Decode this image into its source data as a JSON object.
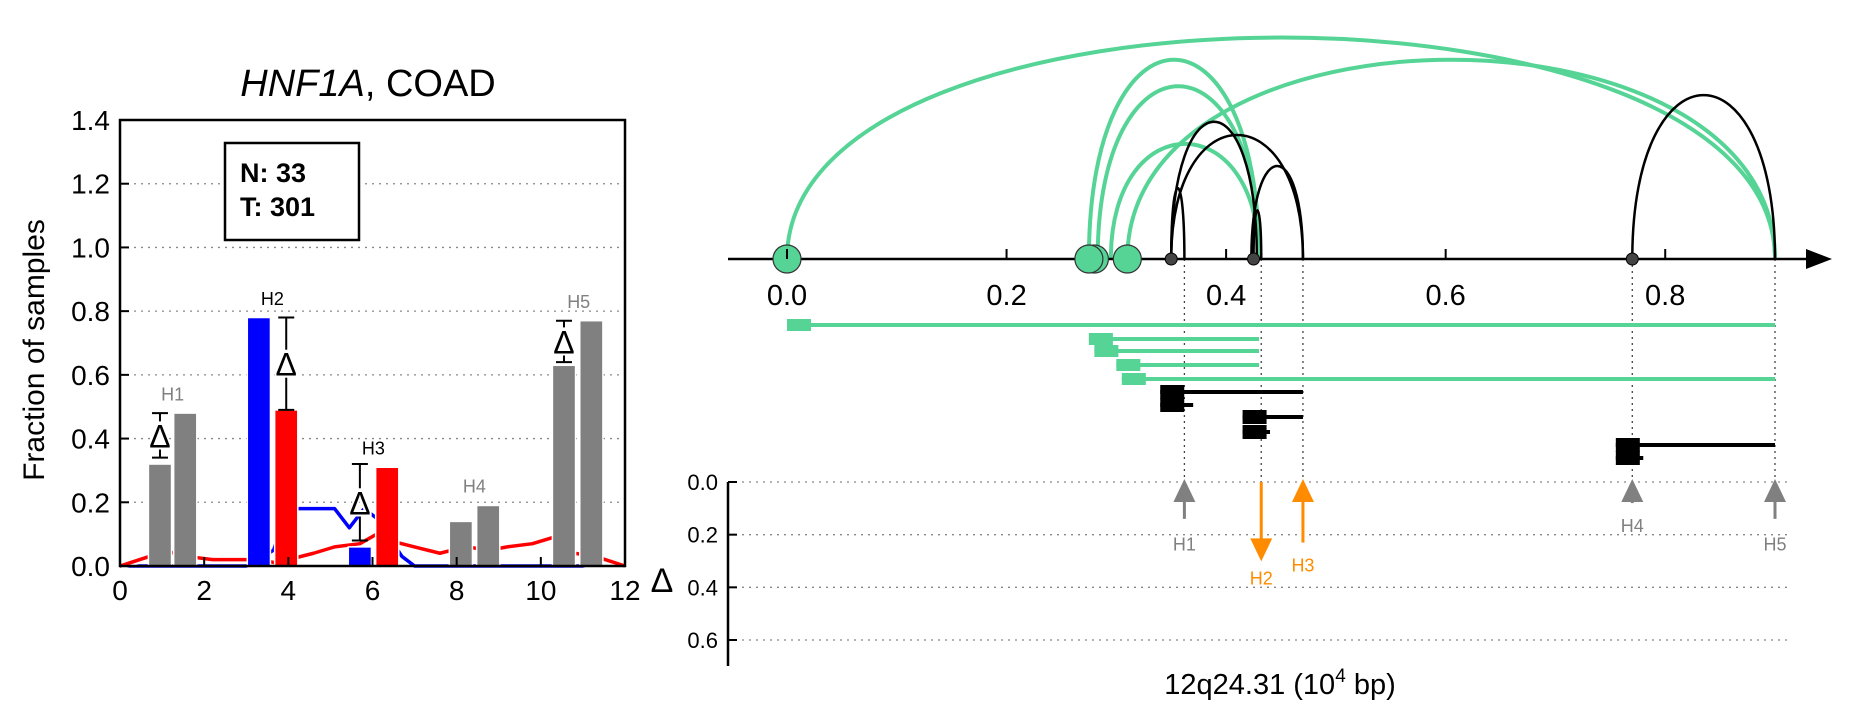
{
  "chart_data": [
    {
      "type": "bar",
      "title_gene": "HNF1A",
      "title_rest": ", COAD",
      "ylabel": "Fraction of samples",
      "xlim": [
        0,
        12
      ],
      "ylim": [
        0,
        1.4
      ],
      "xticks": [
        "0",
        "2",
        "4",
        "6",
        "8",
        "10",
        "12"
      ],
      "yticks": [
        "0.0",
        "0.2",
        "0.4",
        "0.6",
        "0.8",
        "1.0",
        "1.2",
        "1.4"
      ],
      "grid": true,
      "inset_n": "N: 33",
      "inset_t": "T: 301",
      "delta_symbol": "Δ",
      "colors": {
        "normal": "#0000ff",
        "tumor": "#ff0000",
        "other": "#808080",
        "grid": "#888888"
      },
      "bars": [
        {
          "x": 0.95,
          "value": 0.32,
          "color": "other"
        },
        {
          "x": 1.55,
          "value": 0.48,
          "color": "other"
        },
        {
          "x": 3.3,
          "value": 0.78,
          "color": "normal"
        },
        {
          "x": 3.95,
          "value": 0.49,
          "color": "tumor"
        },
        {
          "x": 5.7,
          "value": 0.06,
          "color": "normal"
        },
        {
          "x": 6.35,
          "value": 0.31,
          "color": "tumor"
        },
        {
          "x": 8.1,
          "value": 0.14,
          "color": "other"
        },
        {
          "x": 8.75,
          "value": 0.19,
          "color": "other"
        },
        {
          "x": 10.55,
          "value": 0.63,
          "color": "other"
        },
        {
          "x": 11.2,
          "value": 0.77,
          "color": "other"
        }
      ],
      "deltas": [
        {
          "x": 0.95,
          "low": 0.34,
          "high": 0.48
        },
        {
          "x": 3.95,
          "low": 0.49,
          "high": 0.78
        },
        {
          "x": 5.7,
          "low": 0.08,
          "high": 0.32
        },
        {
          "x": 10.55,
          "low": 0.64,
          "high": 0.77
        }
      ],
      "hlabels": [
        {
          "text": "H1",
          "x": 1.25,
          "y": 0.52,
          "color": "#808080"
        },
        {
          "text": "H2",
          "x": 3.62,
          "y": 0.82,
          "color": "#000000"
        },
        {
          "text": "H3",
          "x": 6.02,
          "y": 0.35,
          "color": "#000000"
        },
        {
          "text": "H4",
          "x": 8.42,
          "y": 0.23,
          "color": "#808080"
        },
        {
          "text": "H5",
          "x": 10.9,
          "y": 0.81,
          "color": "#808080"
        }
      ],
      "series": [
        {
          "color": "normal",
          "x": [
            0,
            3.0,
            3.3,
            3.65,
            4.0,
            4.6,
            5.1,
            5.45,
            5.8,
            6.1,
            6.7,
            7.0,
            8.0,
            9.0,
            10.0,
            11.0,
            11.5,
            12.0
          ],
          "values": [
            0.0,
            0.0,
            0.02,
            0.05,
            0.18,
            0.18,
            0.18,
            0.12,
            0.18,
            0.15,
            0.03,
            0.0,
            0.0,
            0.0,
            0.0,
            0.0,
            0.02,
            0.0
          ]
        },
        {
          "color": "tumor",
          "x": [
            0,
            0.7,
            1.0,
            1.6,
            2.2,
            2.8,
            3.3,
            3.7,
            4.0,
            4.6,
            5.1,
            5.7,
            6.1,
            6.4,
            7.0,
            7.6,
            8.2,
            8.8,
            9.2,
            9.8,
            10.3,
            10.8,
            11.3,
            12.0
          ],
          "values": [
            0.0,
            0.03,
            0.05,
            0.03,
            0.02,
            0.02,
            0.02,
            0.01,
            0.02,
            0.04,
            0.06,
            0.07,
            0.1,
            0.08,
            0.06,
            0.04,
            0.06,
            0.05,
            0.06,
            0.07,
            0.09,
            0.04,
            0.03,
            0.0
          ]
        }
      ]
    },
    {
      "type": "diagram",
      "xlabel": "12q24.31 (10",
      "xlabel_sup": "4",
      "xlabel_tail": " bp)",
      "xlim": [
        0,
        0.9
      ],
      "xticks": [
        "0.0",
        "0.2",
        "0.4",
        "0.6",
        "0.8"
      ],
      "delta_axis_label": "Δ",
      "delta_yticks": [
        "0.0",
        "0.2",
        "0.4",
        "0.6"
      ],
      "colors": {
        "green": "#55d496",
        "black": "#000000",
        "orange": "#ff8c00",
        "gray": "#808080"
      },
      "nodes": [
        {
          "x": 0.0,
          "size": "big"
        },
        {
          "x": 0.28,
          "size": "big"
        },
        {
          "x": 0.275,
          "size": "big"
        },
        {
          "x": 0.31,
          "size": "big"
        },
        {
          "x": 0.35,
          "size": "small"
        },
        {
          "x": 0.425,
          "size": "small"
        },
        {
          "x": 0.77,
          "size": "small"
        }
      ],
      "green_arcs": [
        {
          "from": 0.0,
          "to": 0.9,
          "height": 1.0
        },
        {
          "from": 0.275,
          "to": 0.43,
          "height": 0.9
        },
        {
          "from": 0.283,
          "to": 0.43,
          "height": 0.78
        },
        {
          "from": 0.295,
          "to": 0.43,
          "height": 0.52
        },
        {
          "from": 0.31,
          "to": 0.9,
          "height": 0.9
        }
      ],
      "black_arcs": [
        {
          "from": 0.35,
          "to": 0.362,
          "height": 0.32
        },
        {
          "from": 0.35,
          "to": 0.428,
          "height": 0.62
        },
        {
          "from": 0.35,
          "to": 0.47,
          "height": 0.56
        },
        {
          "from": 0.423,
          "to": 0.47,
          "height": 0.42
        },
        {
          "from": 0.77,
          "to": 0.9,
          "height": 0.74
        },
        {
          "from": 0.425,
          "to": 0.432,
          "height": 0.22
        }
      ],
      "dotted_verticals": [
        0.362,
        0.432,
        0.47,
        0.77,
        0.9
      ],
      "segments": [
        {
          "x1": 0.0,
          "x2": 0.9,
          "row": 0,
          "color": "green"
        },
        {
          "x1": 0.275,
          "x2": 0.43,
          "row": 1,
          "color": "green"
        },
        {
          "x1": 0.28,
          "x2": 0.43,
          "row": 2,
          "color": "green"
        },
        {
          "x1": 0.3,
          "x2": 0.43,
          "row": 3,
          "color": "green"
        },
        {
          "x1": 0.305,
          "x2": 0.9,
          "row": 4,
          "color": "green"
        },
        {
          "x1": 0.34,
          "x2": 0.47,
          "row": 5,
          "color": "black"
        },
        {
          "x1": 0.34,
          "x2": 0.37,
          "row": 6,
          "color": "black"
        },
        {
          "x1": 0.415,
          "x2": 0.47,
          "row": 7,
          "color": "black"
        },
        {
          "x1": 0.415,
          "x2": 0.44,
          "row": 8,
          "color": "black"
        },
        {
          "x1": 0.755,
          "x2": 0.9,
          "row": 9,
          "color": "black"
        },
        {
          "x1": 0.755,
          "x2": 0.78,
          "row": 10,
          "color": "black"
        }
      ],
      "arrows": [
        {
          "label": "H1",
          "x": 0.362,
          "dir": "up",
          "delta": 0.14,
          "color": "gray",
          "label_delta": 0.26
        },
        {
          "label": "H2",
          "x": 0.432,
          "dir": "down",
          "delta": 0.29,
          "color": "orange",
          "label_delta": 0.39
        },
        {
          "label": "H3",
          "x": 0.47,
          "dir": "up",
          "delta": 0.23,
          "color": "orange",
          "label_delta": 0.34
        },
        {
          "label": "H4",
          "x": 0.77,
          "dir": "up",
          "delta": 0.08,
          "color": "gray",
          "label_delta": 0.19
        },
        {
          "label": "H5",
          "x": 0.9,
          "dir": "up",
          "delta": 0.14,
          "color": "gray",
          "label_delta": 0.26
        }
      ]
    }
  ]
}
